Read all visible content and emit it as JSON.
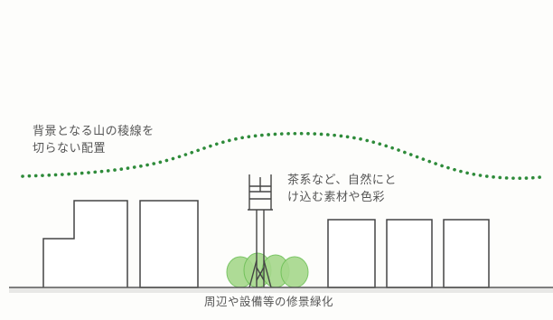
{
  "annotations": {
    "ridge_line": {
      "line1": "背景となる山の稜線を",
      "line2": "切らない配置"
    },
    "tower": {
      "line1": "茶系など、自然にと",
      "line2": "け込む素材や色彩"
    },
    "greening": {
      "text": "周辺や設備等の修景緑化"
    }
  },
  "colors": {
    "ridge_dots": "#2e8b3a",
    "shrub_fill": "#a6d88c",
    "shrub_stroke": "#6cbf55",
    "outline": "#444444",
    "ground": "#555555"
  }
}
